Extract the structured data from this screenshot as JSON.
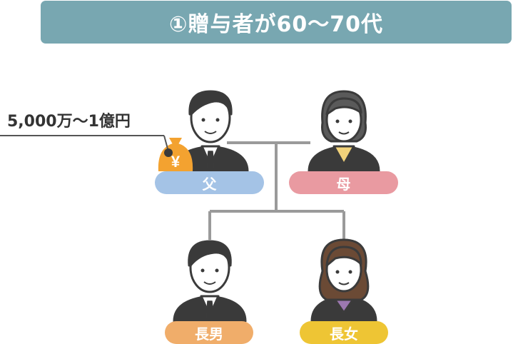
{
  "title": "①贈与者が60〜70代",
  "gift_amount": "5,000万〜1億円",
  "money_bag": {
    "symbol": "¥",
    "color": "#f3a230"
  },
  "members": {
    "father": {
      "label": "父",
      "color": "#a4c3e6"
    },
    "mother": {
      "label": "母",
      "color": "#e99aa1"
    },
    "son": {
      "label": "長男",
      "color": "#f0ad6a"
    },
    "daughter": {
      "label": "長女",
      "color": "#eec534"
    }
  },
  "colors": {
    "title_bg": "#78a7b1",
    "connector": "#9a9a9a",
    "outline": "#3b3b3b"
  }
}
